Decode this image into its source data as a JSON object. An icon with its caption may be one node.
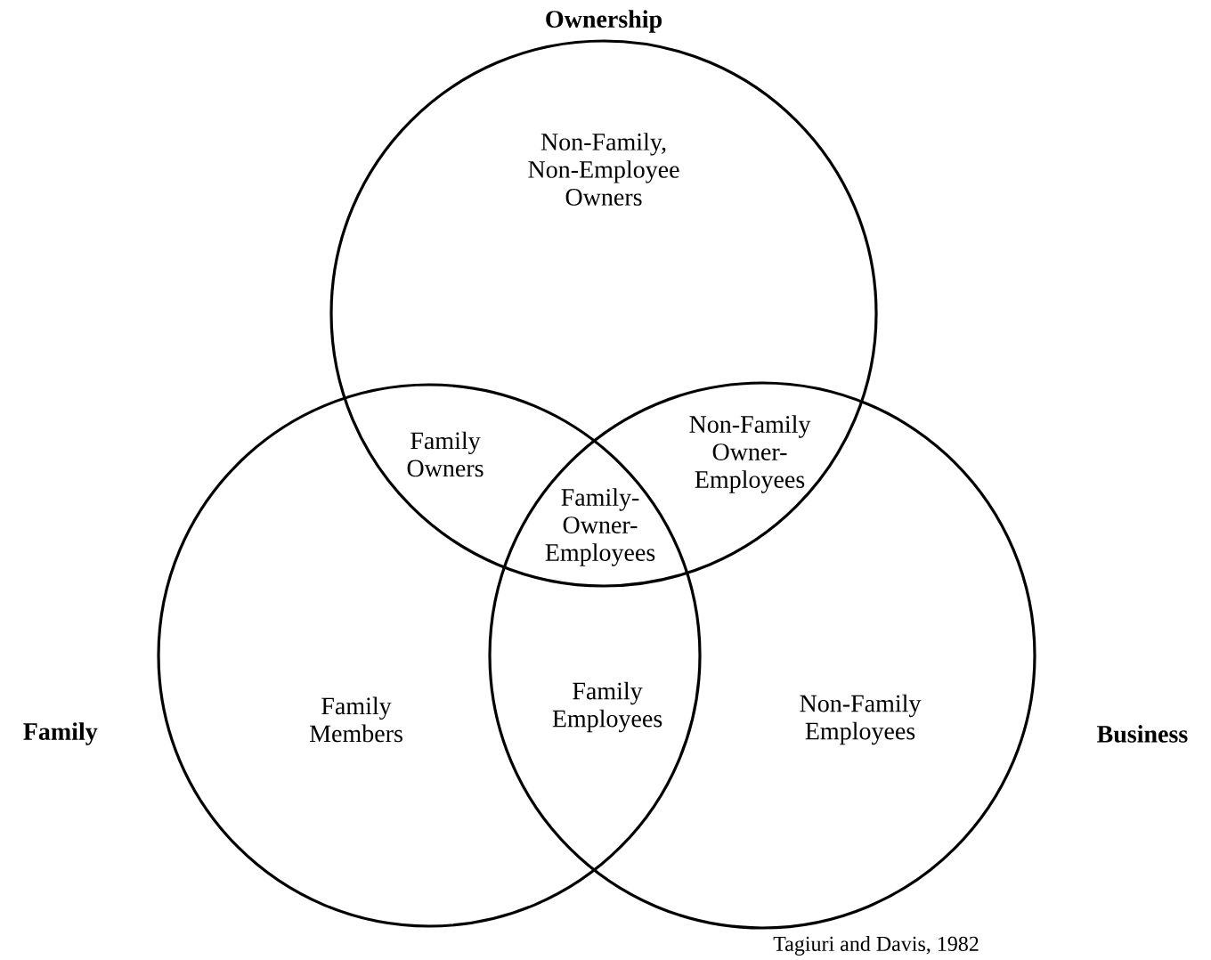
{
  "diagram": {
    "caption": "Tagiuri and Davis, 1982",
    "nodes": [
      {
        "text": [
          "Ownership"
        ]
      },
      {
        "text": [
          "Family"
        ]
      },
      {
        "text": [
          "Business"
        ]
      }
    ],
    "labels": [
      "Non-Family, Non-Employee Owners",
      "Family Owners",
      "Non-Family Owner-Employees",
      "Family-Owner-Employees",
      "Family Members",
      "Family Employees",
      "Non-Family Employees"
    ]
  }
}
